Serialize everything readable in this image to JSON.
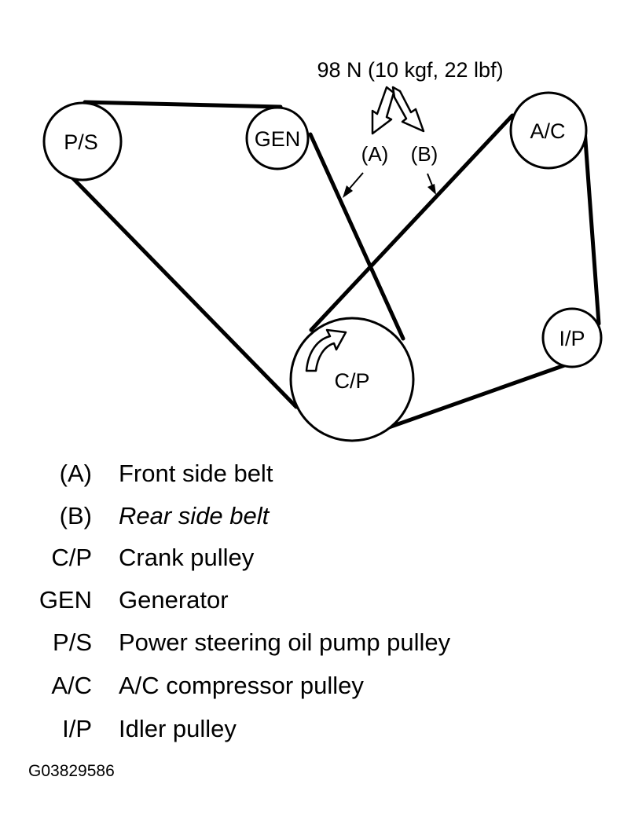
{
  "diagram": {
    "tension_label": "98 N (10 kgf, 22 lbf)",
    "belt_markers": {
      "a": "(A)",
      "b": "(B)"
    },
    "pulleys": {
      "ps": "P/S",
      "gen": "GEN",
      "ac": "A/C",
      "ip": "I/P",
      "cp": "C/P"
    }
  },
  "legend": [
    {
      "code": "(A)",
      "description": "Front side belt"
    },
    {
      "code": "(B)",
      "description": "Rear side belt"
    },
    {
      "code": "C/P",
      "description": "Crank pulley"
    },
    {
      "code": "GEN",
      "description": "Generator"
    },
    {
      "code": "P/S",
      "description": "Power steering oil pump pulley"
    },
    {
      "code": "A/C",
      "description": "A/C compressor pulley"
    },
    {
      "code": "I/P",
      "description": "Idler pulley"
    }
  ],
  "figure_id": "G03829586"
}
